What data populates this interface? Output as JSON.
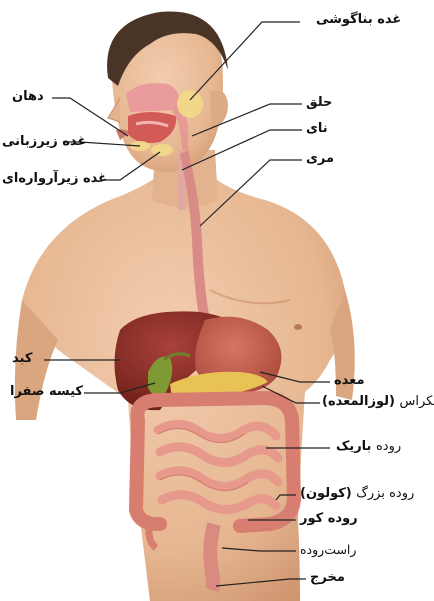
{
  "labels": {
    "parotid": "غده بناگوشی",
    "mouth": "دهان",
    "sublingual": "غده زیرزبانی",
    "submandibular": "غده زیرآرواره‌ای",
    "pharynx": "حلق",
    "trachea": "نای",
    "esophagus": "مری",
    "liver": "کبد",
    "gallbladder": "کیسه صفرا",
    "stomach": "معده",
    "pancreas_name": "پانکراس",
    "pancreas_alt": "(لوزالمعده)",
    "small_intestine_word": "روده",
    "small_intestine_adj": "باریک",
    "large_intestine_word": "روده بزرگ",
    "large_intestine_alt": "(کولون)",
    "cecum": "روده کور",
    "rectum": "راست‌روده",
    "anus": "مخرج"
  },
  "colors": {
    "skin": "#e9bd9a",
    "skin_shadow": "#d49a74",
    "hair": "#4a3426",
    "liver": "#8a2c22",
    "stomach": "#c45e4e",
    "gallbladder": "#7f9a34",
    "pancreas": "#e9c255",
    "intestine": "#e08f80",
    "colon": "#d87e70",
    "esophagus": "#d98b86",
    "gland": "#f0d78a",
    "leader_line": "#222222"
  }
}
